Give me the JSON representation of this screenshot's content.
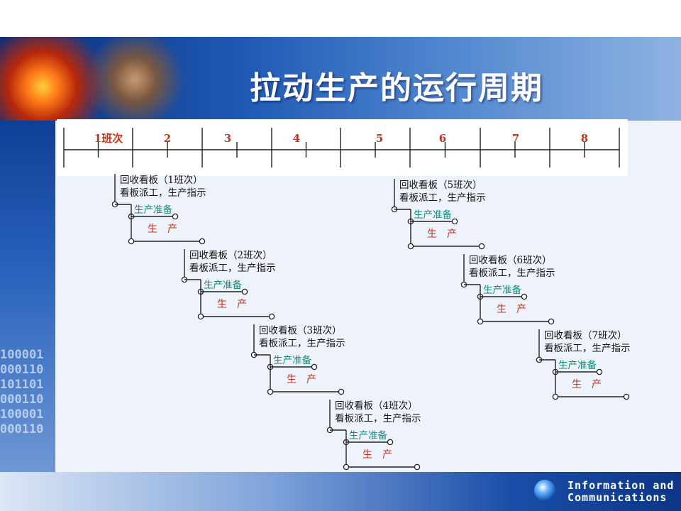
{
  "title": "拉动生产的运行周期",
  "timeline": {
    "labels": [
      "1班次",
      "2",
      "3",
      "4",
      "5",
      "6",
      "7",
      "8"
    ]
  },
  "step_labels": {
    "prep": "生产准备",
    "prod": "生　产"
  },
  "shifts": [
    {
      "line1": "回收看板（1班次）",
      "line2": "看板派工，生产指示"
    },
    {
      "line1": "回收看板（2班次）",
      "line2": "看板派工，生产指示"
    },
    {
      "line1": "回收看板（3班次）",
      "line2": "看板派工，生产指示"
    },
    {
      "line1": "回收看板（4班次）",
      "line2": "看板派工，生产指示"
    },
    {
      "line1": "回收看板（5班次）",
      "line2": "看板派工，生产指示"
    },
    {
      "line1": "回收看板（6班次）",
      "line2": "看板派工，生产指示"
    },
    {
      "line1": "回收看板（7班次）",
      "line2": "看板派工，生产指示"
    }
  ],
  "binary_rows": [
    "100001",
    "000110",
    "101101",
    "000110",
    "100001",
    "000110"
  ],
  "brand": {
    "line1": "Information and",
    "line2": "Communications"
  },
  "colors": {
    "accent_red": "#c0341c",
    "accent_green": "#138a7a",
    "banner_blue": "#1e58b4"
  }
}
